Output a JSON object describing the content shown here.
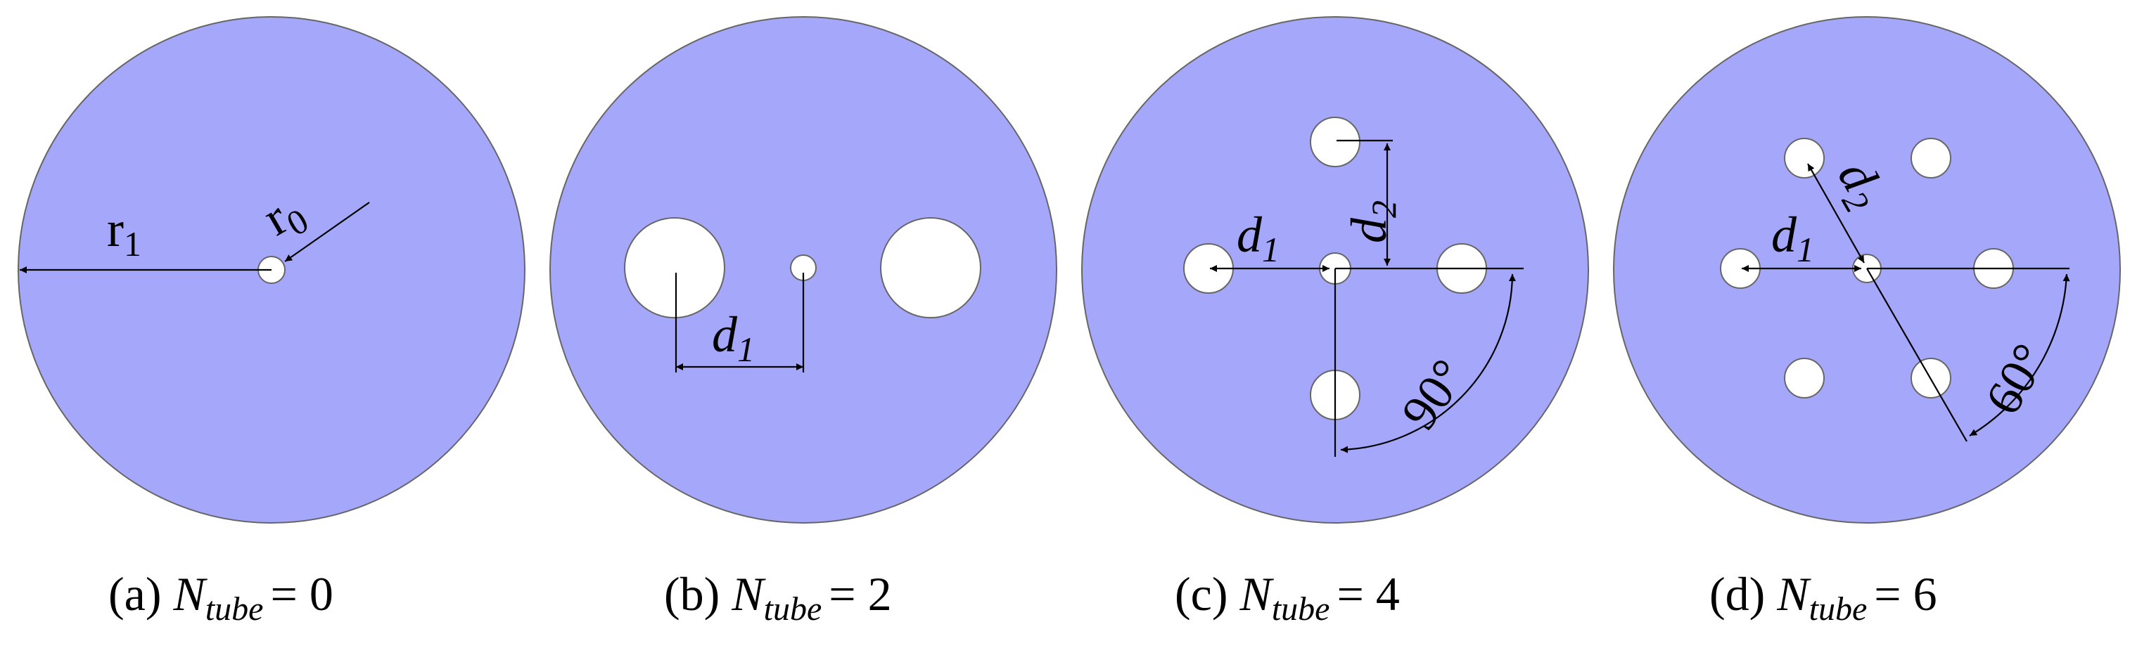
{
  "colors": {
    "disk_fill": "#a5a7fb",
    "hole_fill": "#ffffff",
    "line": "#000000"
  },
  "panels": [
    {
      "caption_prefix": "(a) ",
      "caption_var": "N",
      "caption_sub": "tube",
      "caption_value": "= 0",
      "labels": {
        "r1_main": "r",
        "r1_sub": "1",
        "r0_main": "r",
        "r0_sub": "0"
      }
    },
    {
      "caption_prefix": "(b) ",
      "caption_var": "N",
      "caption_sub": "tube",
      "caption_value": "= 2",
      "labels": {
        "d1_main": "d",
        "d1_sub": "1"
      }
    },
    {
      "caption_prefix": "(c) ",
      "caption_var": "N",
      "caption_sub": "tube",
      "caption_value": "= 4",
      "labels": {
        "d1_main": "d",
        "d1_sub": "1",
        "d2_main": "d",
        "d2_sub": "2",
        "angle": "90°"
      }
    },
    {
      "caption_prefix": "(d) ",
      "caption_var": "N",
      "caption_sub": "tube",
      "caption_value": "= 6",
      "labels": {
        "d1_main": "d",
        "d1_sub": "1",
        "d2_main": "d",
        "d2_sub": "2",
        "angle": "60°"
      }
    }
  ]
}
